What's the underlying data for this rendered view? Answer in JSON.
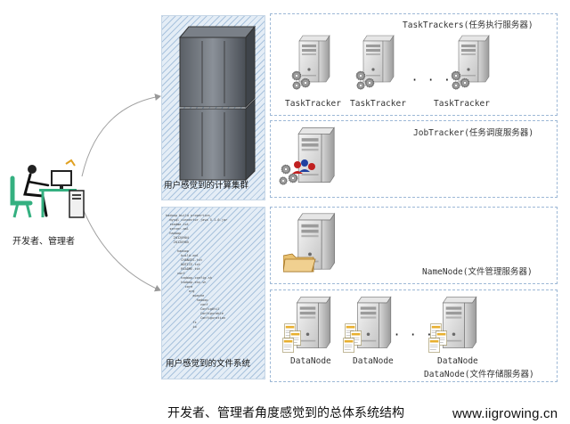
{
  "developer_label": "开发者、管理者",
  "compute_box_label": "用户感觉到的计算集群",
  "fs_box_label": "用户感觉到的文件系统",
  "tasktrackers": {
    "title": "TaskTrackers(任务执行服务器)",
    "labels": [
      "TaskTracker",
      "TaskTracker",
      "TaskTracker"
    ],
    "ellipsis": "· · ·"
  },
  "jobtracker": {
    "title": "JobTracker(任务调度服务器)"
  },
  "namenode": {
    "title": "NameNode(文件管理服务器)"
  },
  "datanodes": {
    "labels": [
      "DataNode",
      "DataNode",
      "DataNode"
    ],
    "title": "DataNode(文件存储服务器)",
    "ellipsis": "· · ·"
  },
  "caption": "开发者、管理者角度感觉到的总体系统结构",
  "watermark": "www.iigrowing.cn",
  "tree_lines": [
    "hadoop build properties",
    "  mysql connector java 5.1.6.jar",
    "  readme.txt",
    "  server.xml",
    "  hadoop",
    "    20120904",
    "    20120905",
    "    .",
    "      hadoop",
    "        build.xml",
    "        CHANGES.txt",
    "        NOTICE.txt",
    "        README.txt",
    "      conf",
    "        hadoop-config.sh",
    "        hadoop-env.sh",
    "          core",
    "            org",
    "              apache",
    "                hadoop",
    "                  conf",
    "                  ConfigUtil",
    "                  Configurable",
    "                  Configuration",
    "              fs",
    "              io"
  ]
}
